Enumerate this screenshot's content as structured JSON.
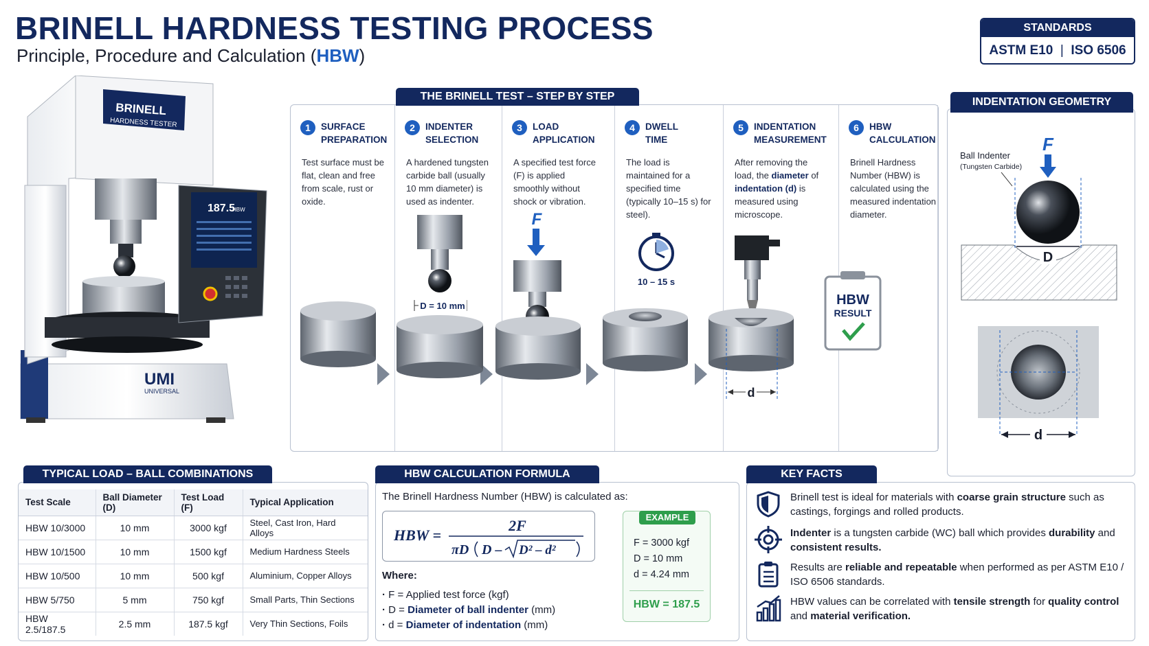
{
  "header": {
    "title": "BRINELL HARDNESS TESTING PROCESS",
    "subtitle_pre": "Principle, Procedure and Calculation (",
    "subtitle_hl": "HBW",
    "subtitle_post": ")"
  },
  "standards": {
    "label": "STANDARDS",
    "value_a": "ASTM E10",
    "separator": "|",
    "value_b": "ISO 6506"
  },
  "machine": {
    "brand_line1": "BRINELL",
    "brand_line2": "HARDNESS TESTER",
    "display_value": "187.5",
    "display_unit": "HBW",
    "logo": "UMI",
    "logo_sub": "UNIVERSAL"
  },
  "steps_section": {
    "title": "THE BRINELL TEST – STEP BY STEP",
    "steps": [
      {
        "num": "1",
        "title": "SURFACE\nPREPARATION",
        "desc": "Test surface must be flat, clean and free from scale, rust or oxide."
      },
      {
        "num": "2",
        "title": "INDENTER\nSELECTION",
        "desc": "A hardened tungsten carbide ball (usually 10 mm diameter) is used as indenter.",
        "label": "D = 10 mm"
      },
      {
        "num": "3",
        "title": "LOAD\nAPPLICATION",
        "desc": "A specified test force (F) is applied smoothly without shock or vibration.",
        "label": "F"
      },
      {
        "num": "4",
        "title": "DWELL\nTIME",
        "desc": "The load is maintained for a specified time (typically 10–15 s) for steel).",
        "label": "10 – 15 s"
      },
      {
        "num": "5",
        "title": "INDENTATION\nMEASUREMENT",
        "desc_a": "After removing the load, the ",
        "desc_b": "diameter",
        "desc_c": " of ",
        "desc_d": "indentation (d)",
        "desc_e": " is measured using microscope.",
        "label": "d"
      },
      {
        "num": "6",
        "title": "HBW\nCALCULATION",
        "desc": "Brinell Hardness Number (HBW) is calculated using the measured indentation diameter.",
        "badge_title": "HBW",
        "badge_sub": "RESULT"
      }
    ]
  },
  "geometry": {
    "title": "INDENTATION GEOMETRY",
    "indenter_label": "Ball Indenter",
    "indenter_sub": "(Tungsten Carbide)",
    "force_label": "F",
    "d_upper": "D",
    "d_lower": "d"
  },
  "load_table": {
    "title": "TYPICAL LOAD – BALL COMBINATIONS",
    "headers": [
      "Test Scale",
      "Ball Diameter (D)",
      "Test Load (F)",
      "Typical Application"
    ],
    "rows": [
      [
        "HBW 10/3000",
        "10 mm",
        "3000 kgf",
        "Steel, Cast Iron, Hard Alloys"
      ],
      [
        "HBW 10/1500",
        "10 mm",
        "1500 kgf",
        "Medium Hardness Steels"
      ],
      [
        "HBW 10/500",
        "10 mm",
        "500 kgf",
        "Aluminium, Copper Alloys"
      ],
      [
        "HBW 5/750",
        "5 mm",
        "750 kgf",
        "Small Parts, Thin Sections"
      ],
      [
        "HBW 2.5/187.5",
        "2.5 mm",
        "187.5 kgf",
        "Very Thin Sections, Foils"
      ]
    ]
  },
  "formula": {
    "title": "HBW CALCULATION FORMULA",
    "intro": "The Brinell Hardness Number (HBW) is calculated as:",
    "lhs": "HBW =",
    "numerator": "2F",
    "where": "Where:",
    "defs": [
      {
        "sym": "F = ",
        "text": "Applied test force (kgf)",
        "bold": false
      },
      {
        "sym": "D = ",
        "text": "Diameter of ball indenter",
        "unit": " (mm)",
        "bold": true
      },
      {
        "sym": "d = ",
        "text": "Diameter of indentation",
        "unit": " (mm)",
        "bold": true
      }
    ],
    "example_label": "EXAMPLE",
    "example_lines": [
      "F = 3000 kgf",
      "D = 10 mm",
      "d = 4.24 mm"
    ],
    "example_result": "HBW = 187.5"
  },
  "facts": {
    "title": "KEY FACTS",
    "items": [
      {
        "a": "Brinell test is ideal for materials with ",
        "b": "coarse grain structure",
        "c": " such as castings, forgings and rolled products.",
        "icon": "shield-icon"
      },
      {
        "a": "",
        "b": "Indenter",
        "c": " is a tungsten carbide (WC) ball which provides ",
        "d": "durability",
        "e": " and ",
        "f": "consistent results.",
        "icon": "target-icon"
      },
      {
        "a": "Results are ",
        "b": "reliable and repeatable",
        "c": " when performed as per ASTM E10 / ISO 6506 standards.",
        "icon": "clipboard-icon"
      },
      {
        "a": "HBW values can be correlated with ",
        "b": "tensile strength",
        "c": " for ",
        "d": "quality control",
        "e": " and ",
        "f": "material verification.",
        "icon": "chart-icon"
      }
    ]
  },
  "colors": {
    "navy": "#13285e",
    "accent": "#1f5fbf",
    "success": "#2e9e4c"
  }
}
